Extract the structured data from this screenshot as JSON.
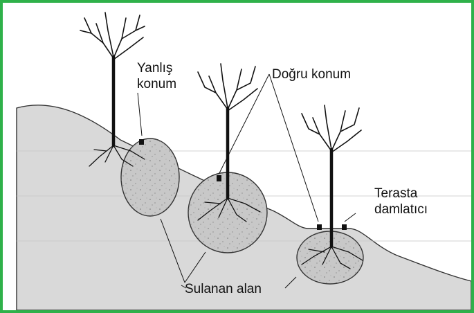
{
  "labels": {
    "wrong_position_line1": "Yanlış",
    "wrong_position_line2": "konum",
    "correct_position": "Doğru konum",
    "terrace_dripper_line1": "Terasta",
    "terrace_dripper_line2": "damlatıcı",
    "wetted_area": "Sulanan alan"
  },
  "colors": {
    "frame": "#2fb14a",
    "ground": "#d9d9d9",
    "wet_bulb": "#c8c8c8",
    "outline": "#333333",
    "tree": "#111111"
  }
}
